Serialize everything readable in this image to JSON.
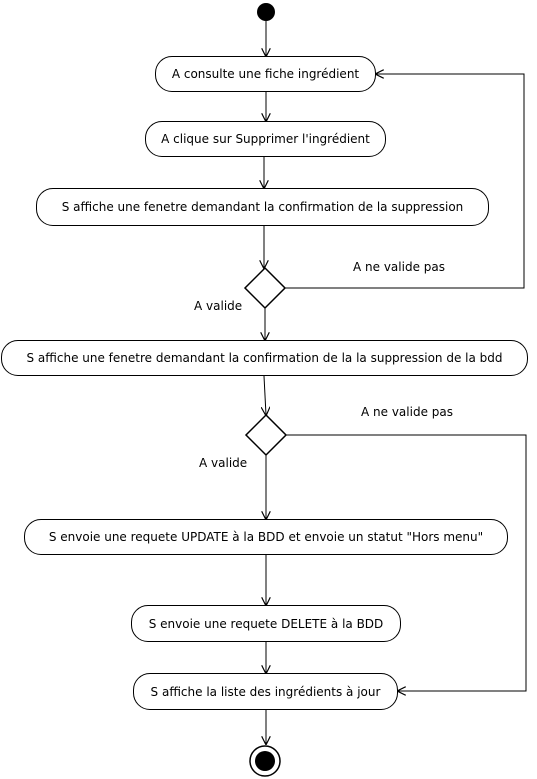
{
  "diagram": {
    "activities": {
      "a1": "A consulte une fiche ingrédient",
      "a2": "A clique sur Supprimer l'ingrédient",
      "a3": "S affiche une fenetre demandant la confirmation de la suppression",
      "a4": "S affiche une fenetre demandant la confirmation de la la suppression de la bdd",
      "a5": "S envoie une requete UPDATE à la BDD et envoie un statut \"Hors menu\"",
      "a6": "S envoie une requete DELETE à la BDD",
      "a7": "S affiche la liste des ingrédients à jour"
    },
    "guards": {
      "d1_no": "A ne valide pas",
      "d1_yes": "A valide",
      "d2_no": "A ne valide pas",
      "d2_yes": "A valide"
    }
  }
}
